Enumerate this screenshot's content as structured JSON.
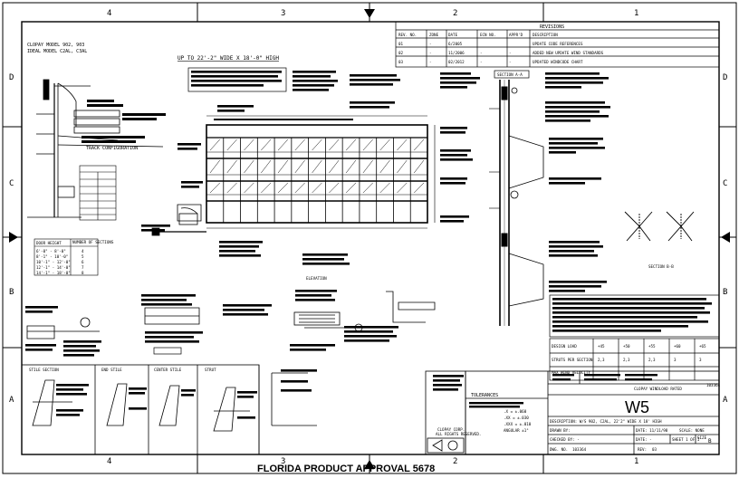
{
  "grid": {
    "top_cols": [
      "4",
      "3",
      "2",
      "1"
    ],
    "bottom_cols": [
      "4",
      "3",
      "2",
      "1"
    ],
    "rows": [
      "D",
      "C",
      "B",
      "A"
    ]
  },
  "model_header": {
    "line1": "CLOPAY MODEL 902, 903",
    "line2": "IDEAL MODEL C2AL, C3AL"
  },
  "size_title": "UP TO 22'-2\" WIDE X 18'-0\" HIGH",
  "revisions": {
    "title": "REVISIONS",
    "columns": [
      "REV. NO.",
      "ZONE",
      "DATE",
      "ECN NO.",
      "APPR'D",
      "DESCRIPTION"
    ],
    "rows": [
      [
        "01",
        "-",
        "6/2005",
        "",
        "",
        "UPDATE CODE REFERENCES"
      ],
      [
        "02",
        "-",
        "11/2006",
        "-",
        "-",
        "ADDED NEW UPDATE WIND STANDARDS"
      ],
      [
        "03",
        "-",
        "02/2012",
        "-",
        "-",
        "UPDATED WINDCODE CHART"
      ]
    ]
  },
  "section_labels": {
    "track_configuration": "TRACK CONFIGURATION",
    "section_a": "SECTION A-A",
    "section_b": "SECTION B-B",
    "elevation": "ELEVATION"
  },
  "door_table": {
    "title": "DOOR HEIGHT",
    "header": [
      "DOOR HEIGHT",
      "NUMBER OF SECTIONS"
    ],
    "rows": [
      [
        "6'-0\" - 8'-0\"",
        "4"
      ],
      [
        "8'-1\" - 10'-0\"",
        "5"
      ],
      [
        "10'-1\" - 12'-0\"",
        "6"
      ],
      [
        "12'-1\" - 14'-0\"",
        "7"
      ],
      [
        "14'-1\" - 18'-0\"",
        "8"
      ]
    ]
  },
  "bottom_views": [
    "STILE SECTION",
    "END STILE",
    "CENTER STILE",
    "STRUT"
  ],
  "design_chart": {
    "header": [
      "DESIGN LOAD",
      "+45",
      "+50",
      "+55",
      "+60",
      "+65"
    ],
    "rows": [
      [
        "STRUTS PER SECTION",
        "2,3",
        "2,3",
        "2,3",
        "3",
        "3"
      ],
      [
        "MAX WIND VELOCITY",
        "",
        "",
        "",
        "",
        ""
      ]
    ]
  },
  "title_block": {
    "company": "CLOPAY CORP.",
    "rights": "ALL RIGHTS RESERVED.",
    "tolerances": "TOLERANCES",
    "tol_rows": [
      ".X = ±.060",
      ".XX = ±.030",
      ".XXX = ±.010",
      "ANGULAR ±1°"
    ],
    "drawing_title": "CLOPAY WINDLOAD RATED",
    "rating": "W5",
    "description": "DESCRIPTION: W/S 902, C2AL, 22'2\" WIDE X 18' HIGH",
    "drawn_by": "DRAWN BY:",
    "date_label": "DATE: 11/11/98",
    "scale": "SCALE: NONE",
    "checked_by": "CHECKED BY: -",
    "date2": "DATE: -",
    "sheet": "SHEET 1 OF 1",
    "size": "SIZE",
    "size_value": "B",
    "dwg_no": "DWG. NO.",
    "dwg_value": "103364",
    "rev_label": "REV:",
    "rev_value": "03",
    "doc_no": "103364"
  },
  "footer": "FLORIDA PRODUCT APPROVAL 5678"
}
